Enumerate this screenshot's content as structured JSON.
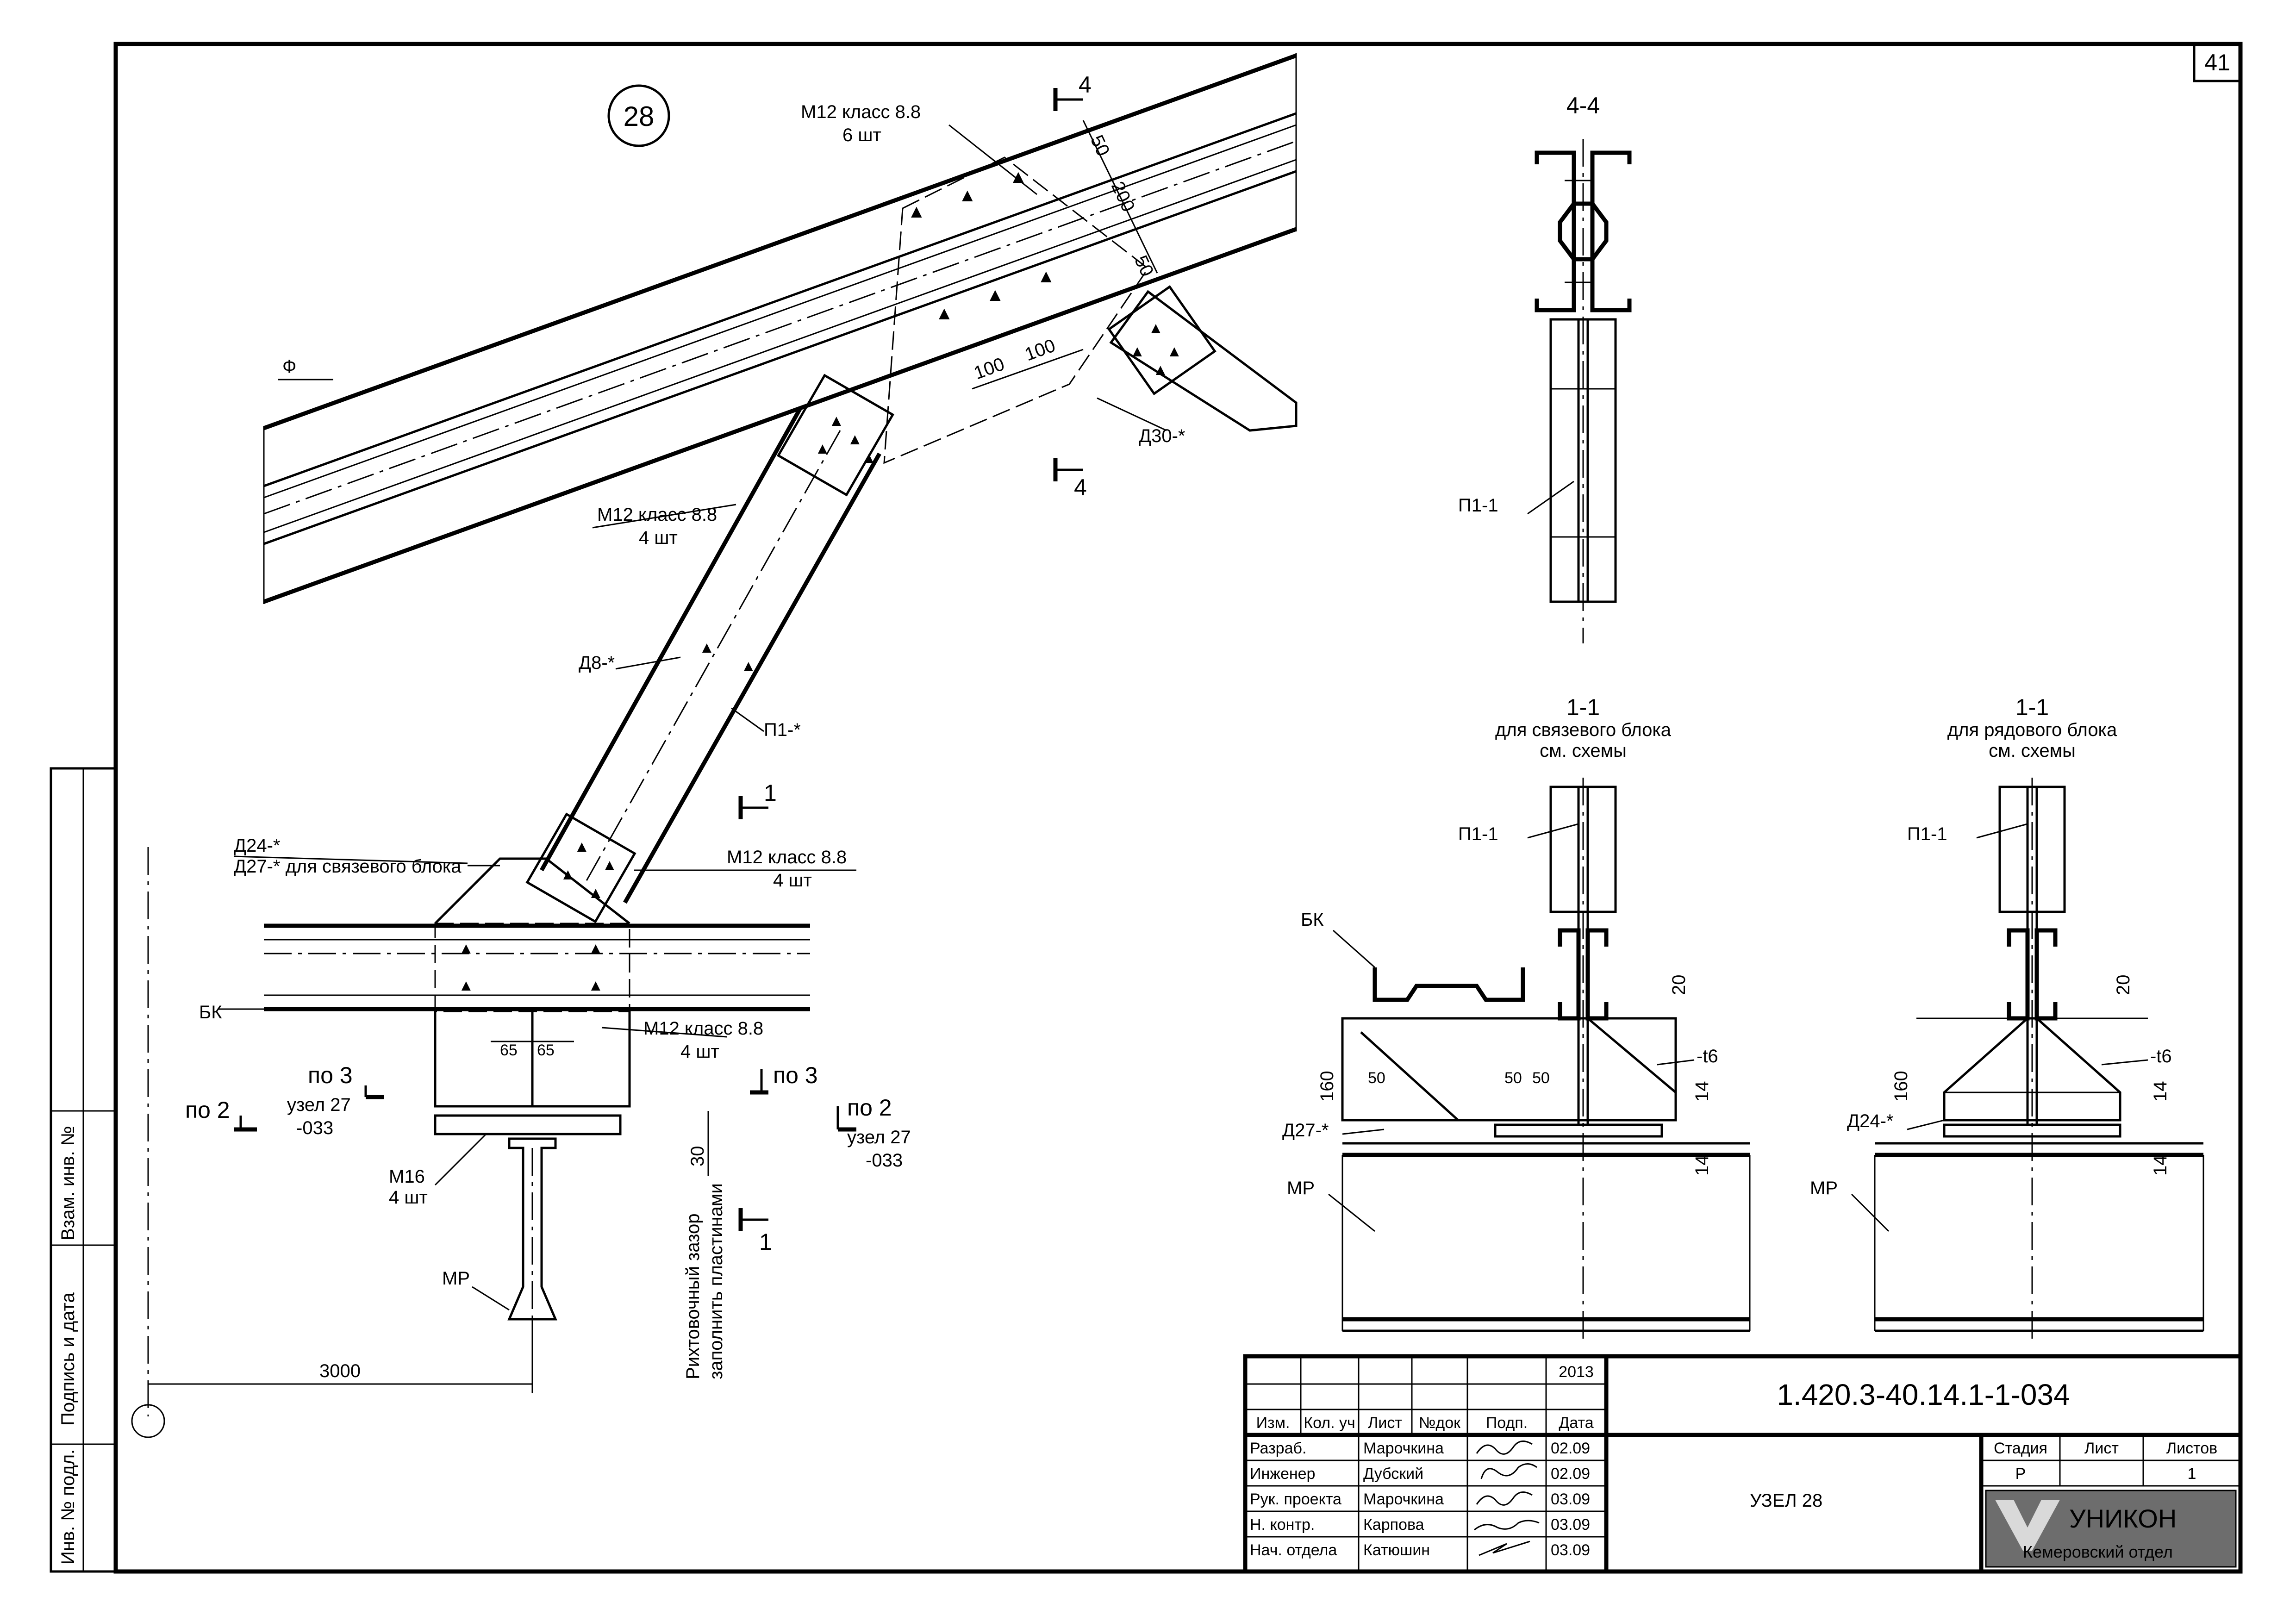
{
  "sheet": {
    "number": "41",
    "node_badge": "28"
  },
  "main_view": {
    "labels": {
      "bolts_top": "M12  класс 8.8",
      "bolts_top_qty": "6 шт",
      "dim_50a": "50",
      "dim_200": "200",
      "dim_50b": "50",
      "dim_100a": "100",
      "dim_100b": "100",
      "phi": "Ф",
      "d30": "Д30-*",
      "section_4_top": "4",
      "section_4_bottom": "4",
      "bolts_mid": "M12  класс 8.8",
      "bolts_mid_qty": "4 шт",
      "d8": "Д8-*",
      "p1": "П1-*",
      "section_1_top": "1",
      "d24": "Д24-*",
      "d27": "Д27-* для связевого блока",
      "bolts_low": "M12  класс 8.8",
      "bolts_low_qty": "4 шт",
      "bk": "БК",
      "dim_65a": "65",
      "dim_65b": "65",
      "bolts_base": "M12  класс 8.8",
      "bolts_base_qty": "4 шт",
      "po3_left": "по 3",
      "uzel27_left": "узел 27",
      "code033_left": "-033",
      "po2_left": "по 2",
      "po3_right": "по 3",
      "po2_right": "по 2",
      "uzel27_right": "узел 27",
      "code033_right": "-033",
      "m16": "M16",
      "m16_qty": "4 шт",
      "dim_30": "30",
      "gap_note_1": "Рихтовочный зазор",
      "gap_note_2": "заполнить пластинами",
      "section_1_bottom": "1",
      "mp": "МР",
      "dim_3000": "3000"
    }
  },
  "section_44": {
    "title": "4-4",
    "p1_1": "П1-1"
  },
  "section_11_left": {
    "title": "1-1",
    "subtitle_1": "для связевого блока",
    "subtitle_2": "см. схемы",
    "p1_1": "П1-1",
    "bk": "БК",
    "dim_20": "20",
    "dim_160": "160",
    "dim_50": "50",
    "dim_50b": "50",
    "dim_50c": "50",
    "t6": "-t6",
    "dim_14a": "14",
    "dim_14b": "14",
    "d27": "Д27-*",
    "mp": "МР"
  },
  "section_11_right": {
    "title": "1-1",
    "subtitle_1": "для рядового блока",
    "subtitle_2": "см. схемы",
    "p1_1": "П1-1",
    "dim_20": "20",
    "dim_160": "160",
    "t6": "-t6",
    "dim_14a": "14",
    "dim_14b": "14",
    "d24": "Д24-*",
    "mp": "МР"
  },
  "side_stamp": {
    "inv_podl": "Инв. № подл.",
    "podpis_data": "Подпись и дата",
    "vzam_inv": "Взам. инв. №"
  },
  "title_block": {
    "year": "2013",
    "doc_code": "1.420.3-40.14.1-1-034",
    "headers": [
      "Изм.",
      "Кол. уч",
      "Лист",
      "№док",
      "Подп.",
      "Дата"
    ],
    "rows": [
      {
        "role": "Разраб.",
        "name": "Марочкина",
        "date": "02.09"
      },
      {
        "role": "Инженер",
        "name": "Дубский",
        "date": "02.09"
      },
      {
        "role": "Рук. проекта",
        "name": "Марочкина",
        "date": "03.09"
      },
      {
        "role": "Н. контр.",
        "name": "Карпова",
        "date": "03.09"
      },
      {
        "role": "Нач. отдела",
        "name": "Катюшин",
        "date": "03.09"
      }
    ],
    "title": "УЗЕЛ 28",
    "stage_header": "Стадия",
    "sheet_header": "Лист",
    "sheets_header": "Листов",
    "stage": "Р",
    "sheet": "",
    "sheets": "1",
    "company": "УНИКОН",
    "department": "Кемеровский отдел"
  }
}
